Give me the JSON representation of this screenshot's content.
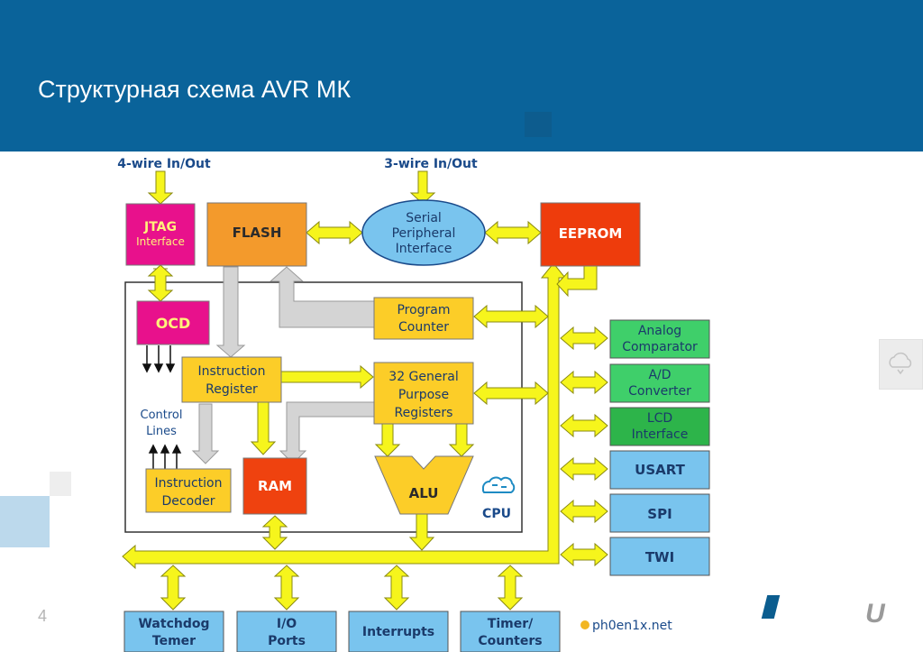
{
  "slide": {
    "title": "Структурная схема AVR МК",
    "page_number": "4",
    "logo_letter": "U"
  },
  "diagram": {
    "wire4": "4-wire In/Out",
    "wire3": "3-wire In/Out",
    "jtag": [
      "JTAG",
      "Interface"
    ],
    "flash": "FLASH",
    "spi_main": [
      "Serial",
      "Peripheral",
      "Interface"
    ],
    "eeprom": "EEPROM",
    "ocd": "OCD",
    "program_counter": [
      "Program",
      "Counter"
    ],
    "instruction_register": [
      "Instruction",
      "Register"
    ],
    "gpr": [
      "32 General",
      "Purpose",
      "Registers"
    ],
    "control_lines": [
      "Control",
      "Lines"
    ],
    "instruction_decoder": [
      "Instruction",
      "Decoder"
    ],
    "ram": "RAM",
    "alu": "ALU",
    "cpu": "CPU",
    "analog_comparator": [
      "Analog",
      "Comparator"
    ],
    "adc": [
      "A/D",
      "Converter"
    ],
    "lcd": [
      "LCD",
      "Interface"
    ],
    "usart": "USART",
    "spi": "SPI",
    "twi": "TWI",
    "watchdog": [
      "Watchdog",
      "Temer"
    ],
    "io_ports": [
      "I/O",
      "Ports"
    ],
    "interrupts": "Interrupts",
    "timers": [
      "Timer/",
      "Counters"
    ],
    "credit": "ph0en1x.net"
  },
  "colors": {
    "header": "#0a639a",
    "arrow_yellow": "#f6f51c",
    "arrow_gray": "#d4d4d4",
    "peripheral_blue": "#79c4ee",
    "peripheral_green": "#3fcf6a",
    "lcd_green": "#2db44a",
    "eeprom_red": "#ee3c0c",
    "flash_orange": "#f39a2c",
    "jtag_magenta": "#e8118c",
    "cpu_yellow": "#fccd28",
    "ram_red": "#ef420f",
    "bus_text": "#1a4a8a"
  }
}
